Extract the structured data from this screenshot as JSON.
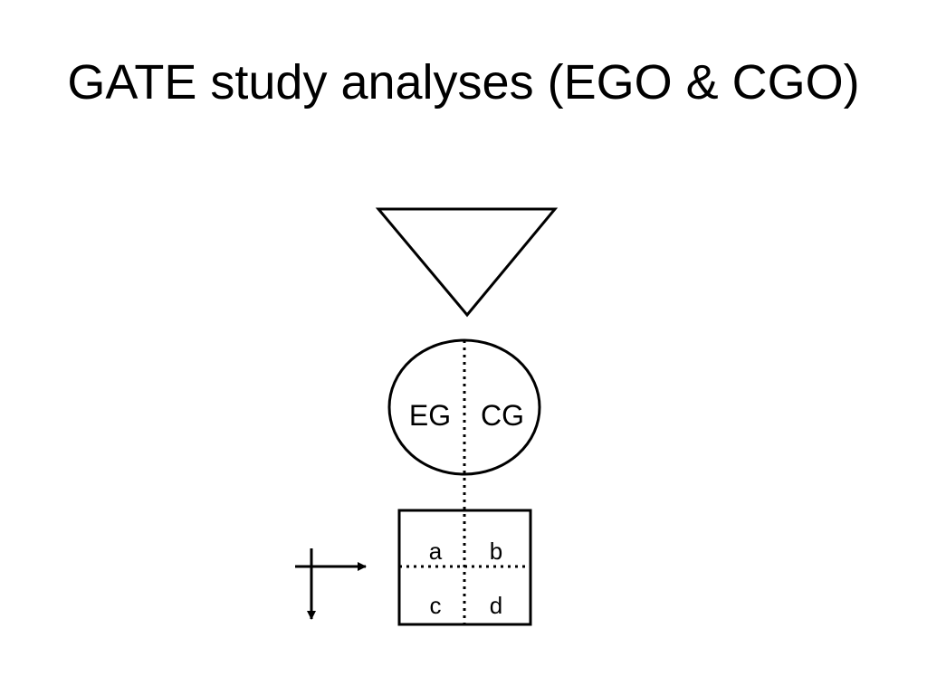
{
  "slide": {
    "title": "GATE study analyses (EGO & CGO)"
  },
  "diagram": {
    "circle_labels": {
      "left": "EG",
      "right": "CG"
    },
    "cells": {
      "top_left": "a",
      "top_right": "b",
      "bottom_left": "c",
      "bottom_right": "d"
    },
    "colors": {
      "stroke": "#000000",
      "background": "#ffffff"
    },
    "icons": [
      "down-triangle-icon",
      "right-arrow-icon",
      "down-arrow-icon"
    ]
  }
}
